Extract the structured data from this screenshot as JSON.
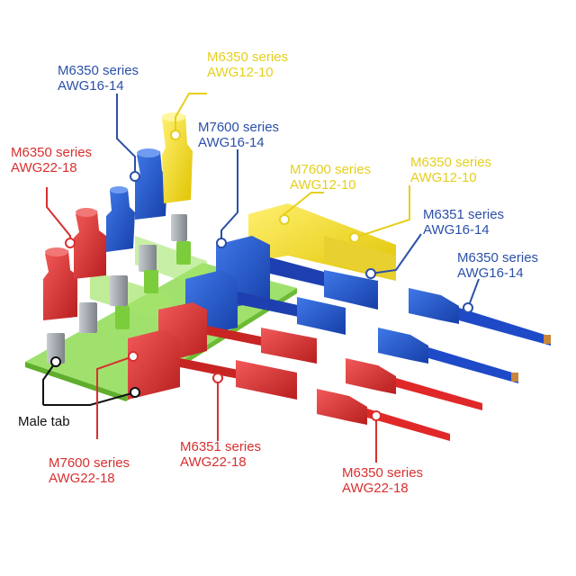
{
  "labels": {
    "m6350_awg16_14_top": {
      "series": "M6350 series",
      "gauge": "AWG16-14"
    },
    "m6350_awg12_10_top": {
      "series": "M6350 series",
      "gauge": "AWG12-10"
    },
    "m7600_awg16_14": {
      "series": "M7600 series",
      "gauge": "AWG16-14"
    },
    "m6350_awg22_18_left": {
      "series": "M6350 series",
      "gauge": "AWG22-18"
    },
    "m7600_awg12_10": {
      "series": "M7600 series",
      "gauge": "AWG12-10"
    },
    "m6350_awg12_10_right": {
      "series": "M6350 series",
      "gauge": "AWG12-10"
    },
    "m6351_awg16_14": {
      "series": "M6351 series",
      "gauge": "AWG16-14"
    },
    "m6350_awg16_14_right": {
      "series": "M6350 series",
      "gauge": "AWG16-14"
    },
    "male_tab": {
      "text": "Male tab"
    },
    "m7600_awg22_18": {
      "series": "M7600 series",
      "gauge": "AWG22-18"
    },
    "m6351_awg22_18": {
      "series": "M6351 series",
      "gauge": "AWG22-18"
    },
    "m6350_awg22_18_bottom": {
      "series": "M6350 series",
      "gauge": "AWG22-18"
    }
  },
  "colors": {
    "red": "#d92f2f",
    "blue": "#2b50a8",
    "yellow": "#e6cf1c",
    "green": "#7ccd3c",
    "tab_metal": "#9aa0a6",
    "black": "#111111"
  }
}
